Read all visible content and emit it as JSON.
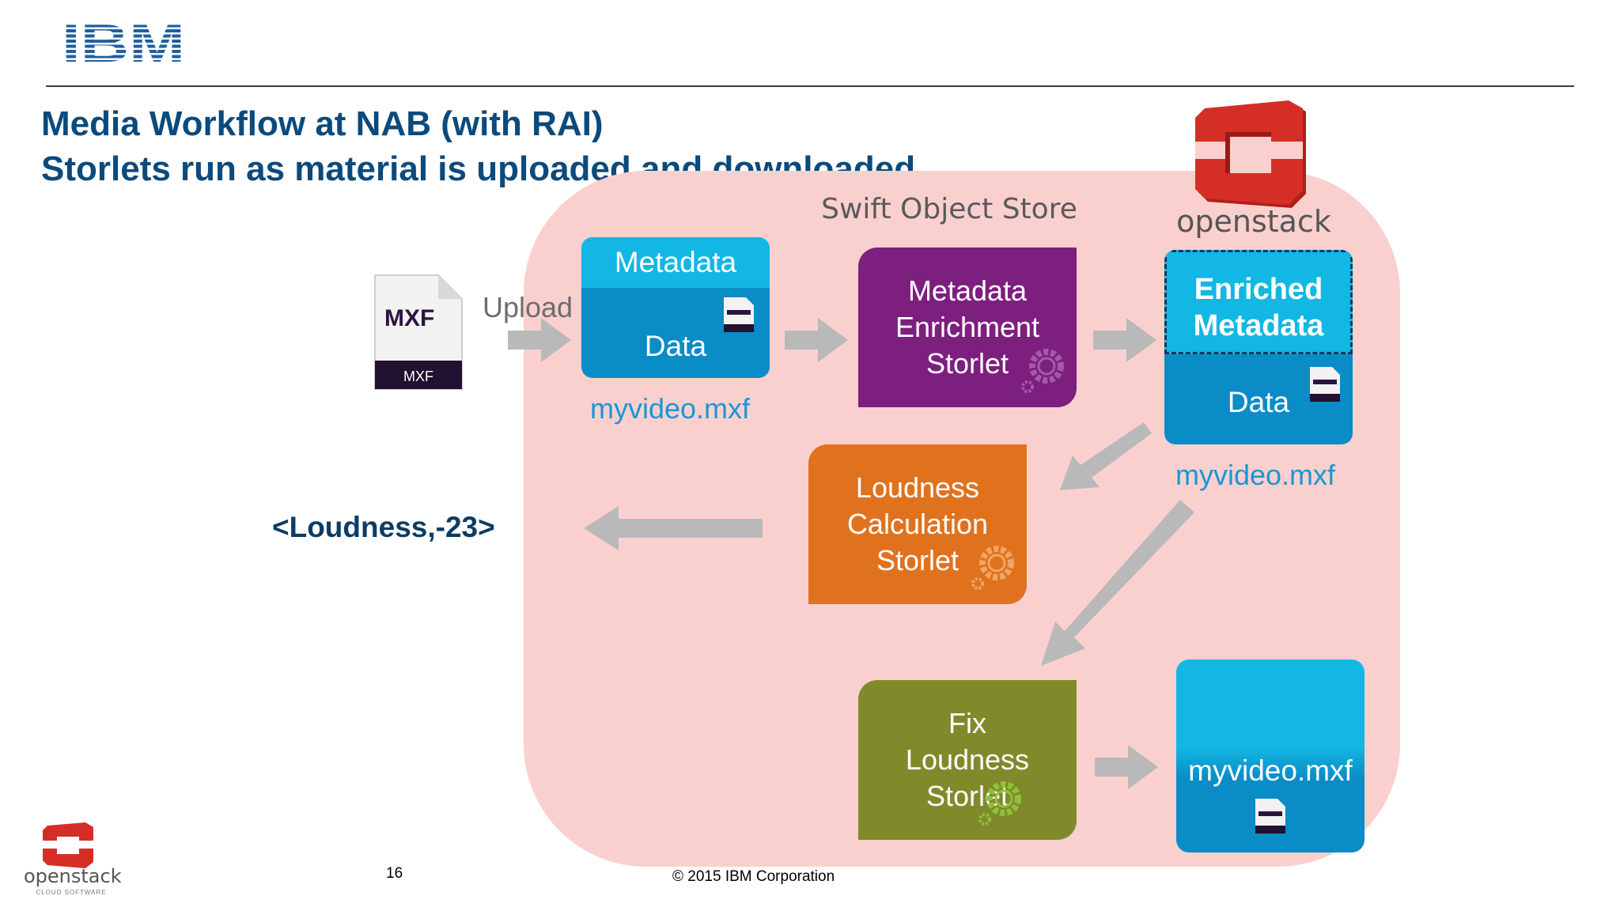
{
  "header": {
    "logo_text": "IBM",
    "title_line1": "Media Workflow at NAB (with RAI)",
    "title_line2": "Storlets run as material is uploaded and downloaded"
  },
  "store": {
    "label": "Swift Object Store",
    "brand": "openstack",
    "colors": {
      "background": "#fad0cf",
      "logo": "#d42e27"
    }
  },
  "source_file": {
    "icon_text": "MXF",
    "action_label": "Upload"
  },
  "original_object": {
    "metadata_label": "Metadata",
    "data_label": "Data",
    "filename": "myvideo.mxf"
  },
  "storlets": [
    {
      "line1": "Metadata",
      "line2": "Enrichment",
      "line3": "Storlet",
      "color": "#7d1f7f"
    },
    {
      "line1": "Loudness",
      "line2": "Calculation",
      "line3": "Storlet",
      "color": "#e0721e"
    },
    {
      "line1": "Fix",
      "line2": "Loudness",
      "line3": "Storlet",
      "color": "#818a2b"
    }
  ],
  "enriched_object": {
    "line1": "Enriched",
    "line2": "Metadata",
    "data_label": "Data",
    "filename": "myvideo.mxf"
  },
  "final_object": {
    "filename": "myvideo.mxf"
  },
  "loudness_result": "<Loudness,-23>",
  "footer": {
    "page_number": "16",
    "copyright": "© 2015 IBM Corporation",
    "brand": "openstack",
    "brand_sub": "CLOUD SOFTWARE"
  }
}
